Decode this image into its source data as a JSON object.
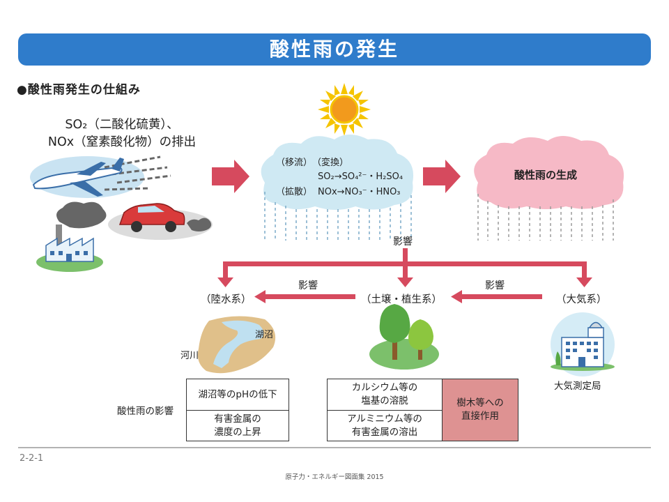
{
  "header": {
    "title": "酸性雨の発生"
  },
  "subtitle": "●酸性雨発生の仕組み",
  "emission": {
    "line1": "SO₂（二酸化硫黄）、",
    "line2": "NOx（窒素酸化物）の排出"
  },
  "cloud1": {
    "label_transport": "（移流）",
    "label_conversion": "（変換）",
    "label_diffusion": "（拡散）",
    "reaction_so": "SO₂→SO₄²⁻・H₂SO₄",
    "reaction_no": "NOx→NO₃⁻・HNO₃"
  },
  "cloud2": {
    "label": "酸性雨の生成"
  },
  "influence": {
    "top": "影響",
    "left": "影響",
    "right": "影響"
  },
  "systems": {
    "water": "（陸水系）",
    "soil": "（土壌・植生系）",
    "air": "（大気系）"
  },
  "water_labels": {
    "lake": "湖沼",
    "river": "河川"
  },
  "air_station": "大気測定局",
  "effects_label": "酸性雨の影響",
  "effects": {
    "water1": "湖沼等のpHの低下",
    "water2": "有害金属の\n濃度の上昇",
    "soil1": "カルシウム等の\n塩基の溶脱",
    "soil2": "アルミニウム等の\n有害金属の溶出",
    "trees": "樹木等への\n直接作用"
  },
  "footer": {
    "page": "2-2-1",
    "source": "原子力・エネルギー図面集 2015"
  },
  "colors": {
    "title_bar": "#2f7ccb",
    "arrow": "#d64a5e",
    "cloud_blue": "#cfe9f3",
    "cloud_pink": "#f6b9c6",
    "highlight": "#de9292"
  }
}
